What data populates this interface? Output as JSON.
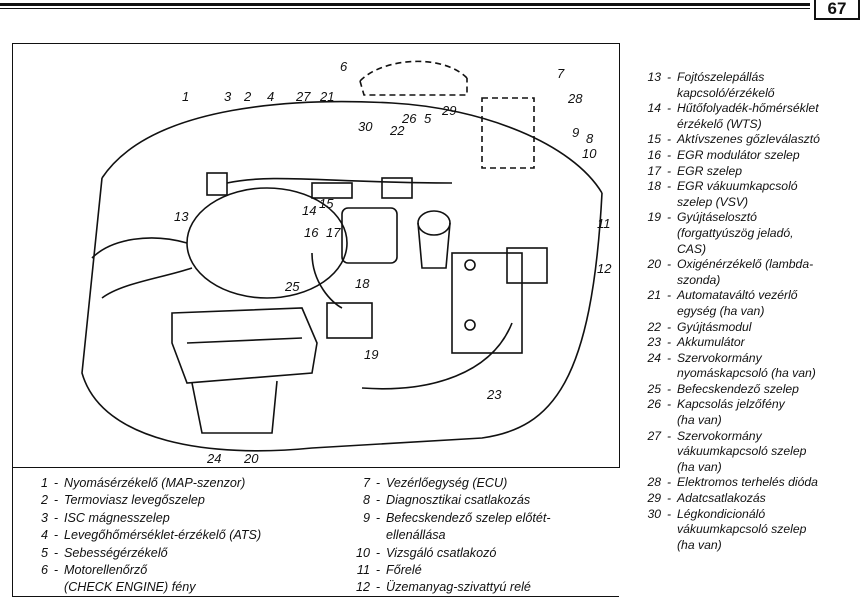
{
  "page": {
    "number": "67"
  },
  "callouts": [
    "1",
    "2",
    "3",
    "4",
    "5",
    "6",
    "7",
    "8",
    "9",
    "10",
    "11",
    "12",
    "13",
    "14",
    "15",
    "16",
    "17",
    "18",
    "19",
    "20",
    "21",
    "22",
    "23",
    "24",
    "25",
    "26",
    "27",
    "28",
    "29",
    "30"
  ],
  "legend_right": [
    {
      "num": "13",
      "text": "Fojtószelepállás\nkapcsoló/érzékelő"
    },
    {
      "num": "14",
      "text": "Hűtőfolyadék-hőmérséklet\nérzékelő (WTS)"
    },
    {
      "num": "15",
      "text": "Aktívszenes gőzleválasztó"
    },
    {
      "num": "16",
      "text": "EGR modulátor szelep"
    },
    {
      "num": "17",
      "text": "EGR szelep"
    },
    {
      "num": "18",
      "text": "EGR vákuumkapcsoló\nszelep (VSV)"
    },
    {
      "num": "19",
      "text": "Gyújtáselosztó\n(forgattyúszög jeladó,\nCAS)"
    },
    {
      "num": "20",
      "text": "Oxigénérzékelő (lambda-\nszonda)"
    },
    {
      "num": "21",
      "text": "Automataváltó vezérlő\negység (ha van)"
    },
    {
      "num": "22",
      "text": "Gyújtásmodul"
    },
    {
      "num": "23",
      "text": "Akkumulátor"
    },
    {
      "num": "24",
      "text": "Szervokormány\nnyomáskapcsoló (ha van)"
    },
    {
      "num": "25",
      "text": "Befecskendező szelep"
    },
    {
      "num": "26",
      "text": "Kapcsolás jelzőfény\n(ha van)"
    },
    {
      "num": "27",
      "text": "Szervokormány\nvákuumkapcsoló szelep\n(ha van)"
    },
    {
      "num": "28",
      "text": "Elektromos terhelés dióda"
    },
    {
      "num": "29",
      "text": "Adatcsatlakozás"
    },
    {
      "num": "30",
      "text": "Légkondicionáló\nvákuumkapcsoló szelep\n(ha van)"
    }
  ],
  "legend_bottom_left": [
    {
      "num": "1",
      "text": "Nyomásérzékelő (MAP-szenzor)"
    },
    {
      "num": "2",
      "text": "Termoviasz levegőszelep"
    },
    {
      "num": "3",
      "text": "ISC mágnesszelep"
    },
    {
      "num": "4",
      "text": "Levegőhőmérséklet-érzékelő (ATS)"
    },
    {
      "num": "5",
      "text": "Sebességérzékelő"
    },
    {
      "num": "6",
      "text": "Motorellenőrző\n(CHECK ENGINE) fény"
    }
  ],
  "legend_bottom_mid": [
    {
      "num": "7",
      "text": "Vezérlőegység (ECU)"
    },
    {
      "num": "8",
      "text": "Diagnosztikai csatlakozás"
    },
    {
      "num": "9",
      "text": "Befecskendező szelep előtét-\nellenállása"
    },
    {
      "num": "10",
      "text": "Vizsgáló csatlakozó"
    },
    {
      "num": "11",
      "text": "Főrelé"
    },
    {
      "num": "12",
      "text": "Üzemanyag-szivattyú relé"
    }
  ]
}
